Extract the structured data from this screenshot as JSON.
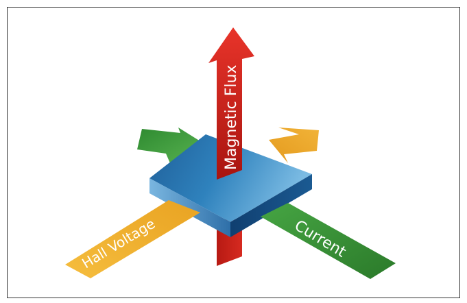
{
  "diagram": {
    "labels": {
      "magnetic_flux": "Magnetic Flux",
      "hall_voltage": "Hall Voltage",
      "current": "Current"
    },
    "colors": {
      "flux": "#d8231c",
      "flux_dark": "#a51a14",
      "hall": "#f2b233",
      "hall_dark": "#d99a1f",
      "current": "#3f9a3c",
      "current_dark": "#2d7a2d",
      "green_back": "#4aa645",
      "orange_back": "#eaa52a",
      "plate_top": "#2e7fb8",
      "plate_top_light": "#6aaed9",
      "plate_front": "#1a5a90",
      "plate_side": "#0f4170"
    }
  }
}
